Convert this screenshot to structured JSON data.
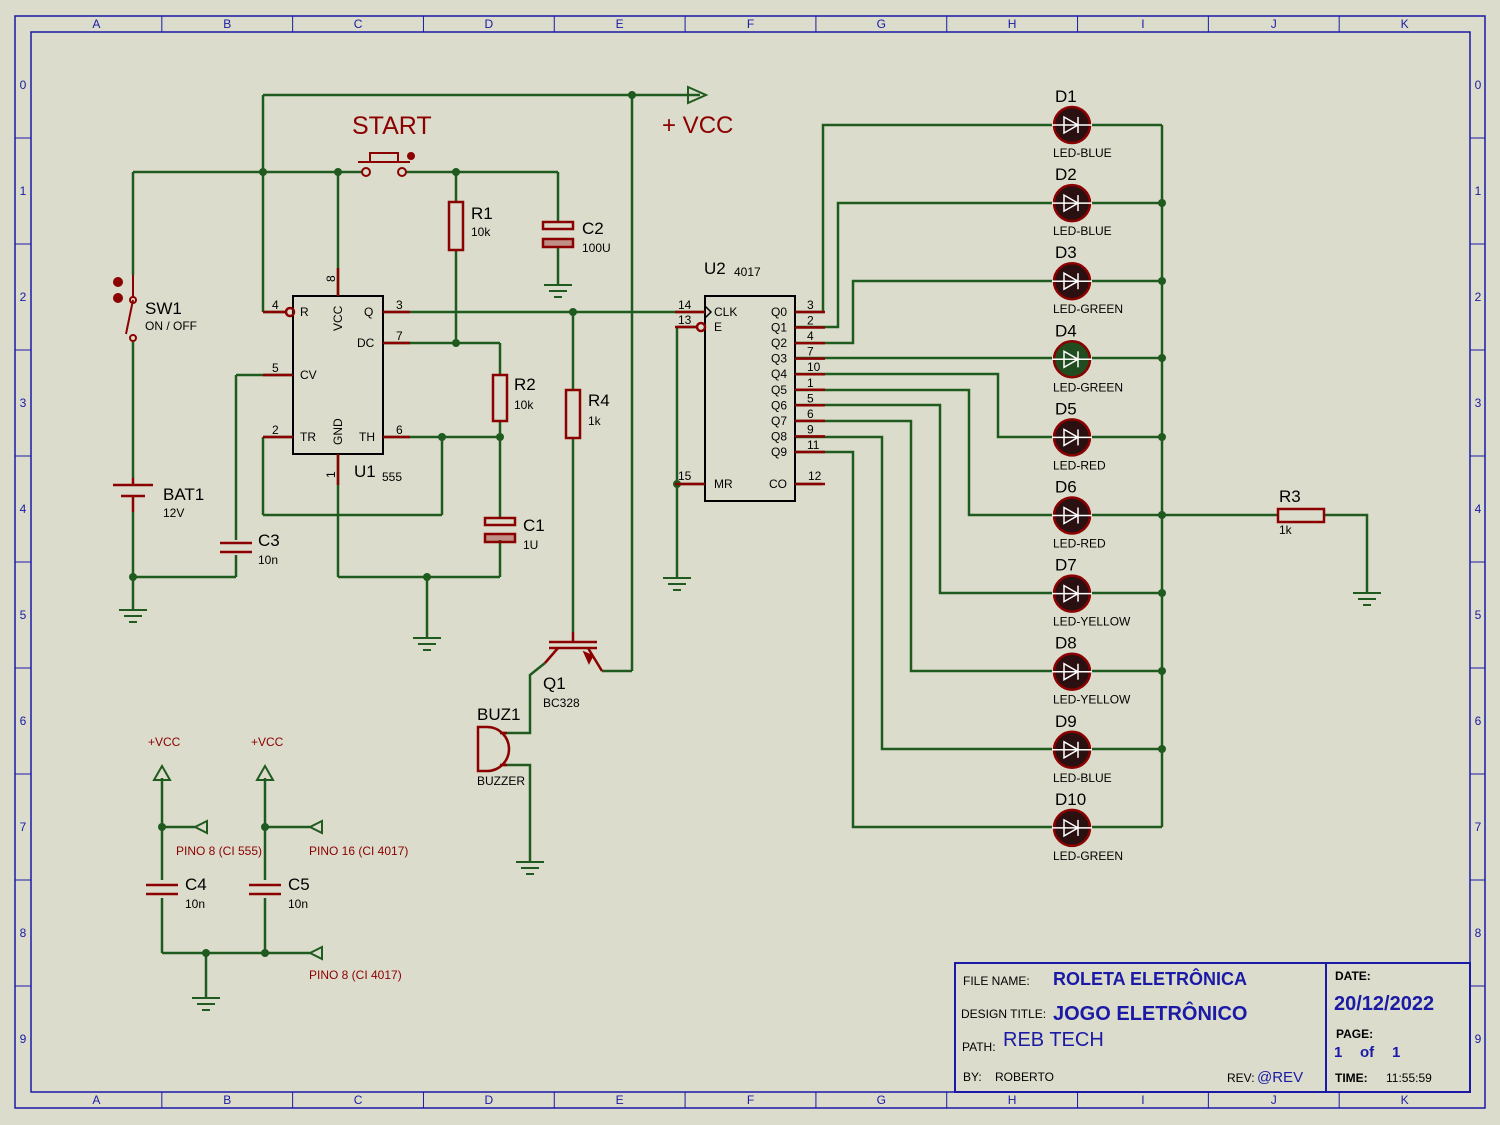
{
  "colors": {
    "background": "#dcdccc",
    "border": "#1a1aa6",
    "wire": "#1f5a1f",
    "component": "#8b0000",
    "label": "#000000",
    "led_body": "#2a1010",
    "led_on": "#1f4d1f"
  },
  "border": {
    "columns": [
      "A",
      "B",
      "C",
      "D",
      "E",
      "F",
      "G",
      "H",
      "I",
      "J",
      "K"
    ],
    "rows": [
      "0",
      "1",
      "2",
      "3",
      "4",
      "5",
      "6",
      "7",
      "8",
      "9"
    ]
  },
  "components": {
    "start": {
      "ref": "START"
    },
    "vcc": {
      "label": "+ VCC"
    },
    "sw1": {
      "ref": "SW1",
      "value": "ON / OFF"
    },
    "bat1": {
      "ref": "BAT1",
      "value": "12V"
    },
    "c1": {
      "ref": "C1",
      "value": "1U"
    },
    "c2": {
      "ref": "C2",
      "value": "100U"
    },
    "c3": {
      "ref": "C3",
      "value": "10n"
    },
    "c4": {
      "ref": "C4",
      "value": "10n"
    },
    "c5": {
      "ref": "C5",
      "value": "10n"
    },
    "r1": {
      "ref": "R1",
      "value": "10k"
    },
    "r2": {
      "ref": "R2",
      "value": "10k"
    },
    "r3": {
      "ref": "R3",
      "value": "1k"
    },
    "r4": {
      "ref": "R4",
      "value": "1k"
    },
    "u1": {
      "ref": "U1",
      "value": "555",
      "pins": {
        "r": "R",
        "cv": "CV",
        "tr": "TR",
        "gnd": "GND",
        "vcc": "VCC",
        "q": "Q",
        "dc": "DC",
        "th": "TH"
      },
      "pin_numbers": {
        "n4": "4",
        "n5": "5",
        "n2": "2",
        "n1": "1",
        "n8": "8",
        "n3": "3",
        "n7": "7",
        "n6": "6"
      }
    },
    "u2": {
      "ref": "U2",
      "value": "4017",
      "left_pins": {
        "clk": "CLK",
        "e": "E",
        "mr": "MR"
      },
      "left_numbers": {
        "n14": "14",
        "n13": "13",
        "n15": "15"
      },
      "outputs": [
        "Q0",
        "Q1",
        "Q2",
        "Q3",
        "Q4",
        "Q5",
        "Q6",
        "Q7",
        "Q8",
        "Q9"
      ],
      "output_numbers": [
        "3",
        "2",
        "4",
        "7",
        "10",
        "1",
        "5",
        "6",
        "9",
        "11"
      ],
      "co": "CO",
      "co_number": "12"
    },
    "q1": {
      "ref": "Q1",
      "value": "BC328"
    },
    "buz1": {
      "ref": "BUZ1",
      "value": "BUZZER"
    },
    "pwr_vcc_1": {
      "label": "+VCC"
    },
    "pwr_vcc_2": {
      "label": "+VCC"
    },
    "pin_labels": {
      "p555": "PINO 8 (CI 555)",
      "p4017_16": "PINO 16 (CI 4017)",
      "p4017_8": "PINO 8 (CI 4017)"
    }
  },
  "leds": [
    {
      "ref": "D1",
      "value": "LED-BLUE"
    },
    {
      "ref": "D2",
      "value": "LED-BLUE"
    },
    {
      "ref": "D3",
      "value": "LED-GREEN"
    },
    {
      "ref": "D4",
      "value": "LED-GREEN"
    },
    {
      "ref": "D5",
      "value": "LED-RED"
    },
    {
      "ref": "D6",
      "value": "LED-RED"
    },
    {
      "ref": "D7",
      "value": "LED-YELLOW"
    },
    {
      "ref": "D8",
      "value": "LED-YELLOW"
    },
    {
      "ref": "D9",
      "value": "LED-BLUE"
    },
    {
      "ref": "D10",
      "value": "LED-GREEN"
    }
  ],
  "led_lit_index": 3,
  "title_block": {
    "file_name_label": "FILE NAME:",
    "file_name": "ROLETA ELETRÔNICA",
    "design_title_label": "DESIGN TITLE:",
    "design_title": "JOGO ELETRÔNICO",
    "path_label": "PATH:",
    "path": "REB TECH",
    "by_label": "BY:",
    "by": "ROBERTO",
    "rev_label": "REV:",
    "rev": "@REV",
    "date_label": "DATE:",
    "date": "20/12/2022",
    "page_label": "PAGE:",
    "page_current": "1",
    "page_of": "of",
    "page_total": "1",
    "time_label": "TIME:",
    "time": "11:55:59"
  }
}
